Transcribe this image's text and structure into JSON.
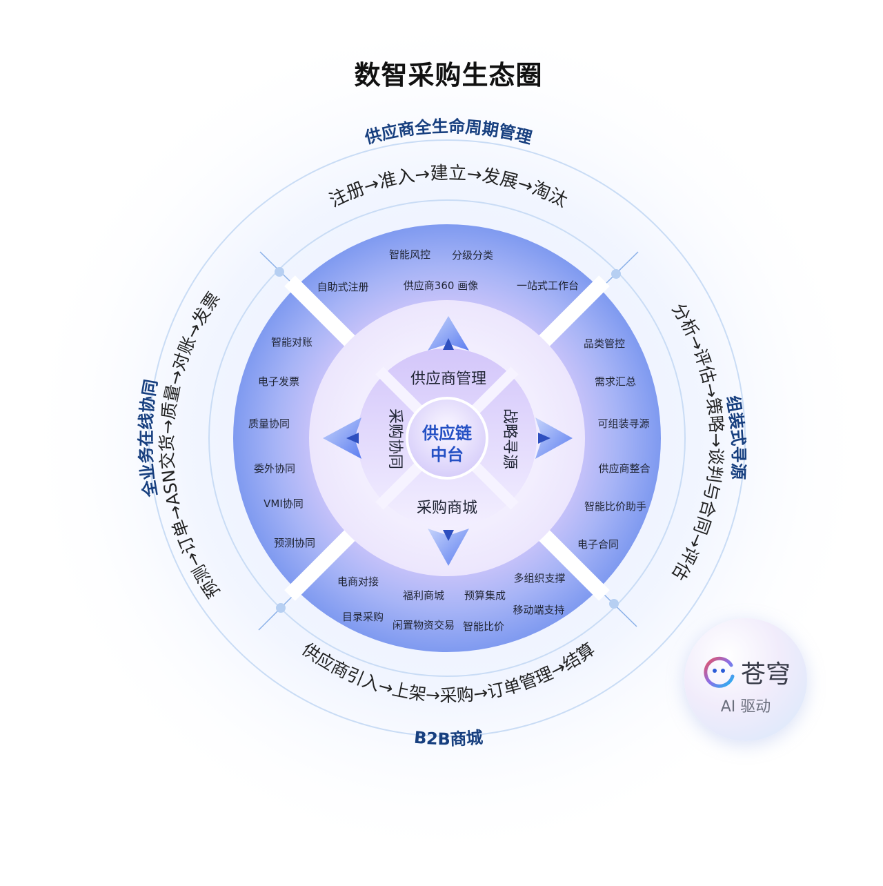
{
  "title": "数智采购生态圈",
  "outer_labels": {
    "top": "供应商全生命周期管理",
    "right": "组装式寻源",
    "bottom": "B2B商城",
    "left": "全业务在线协同"
  },
  "flows": {
    "top": "注册→准入→建立→发展→淘汰",
    "right": "分析→评估→策略→谈判与合同→评估",
    "bottom": "供应商引入→上架→采购→订单管理→结算",
    "left": "预测→订单→ASN交货→质量→对账→发票"
  },
  "features": {
    "top": [
      "智能风控",
      "分级分类",
      "自助式注册",
      "供应商360 画像",
      "一站式工作台"
    ],
    "right": [
      "品类管控",
      "需求汇总",
      "可组装寻源",
      "供应商整合",
      "智能比价助手",
      "电子合同"
    ],
    "bottom": [
      "电商对接",
      "福利商城",
      "预算集成",
      "多组织支撑",
      "目录采购",
      "闲置物资交易",
      "智能比价",
      "移动端支持"
    ],
    "left": [
      "智能对账",
      "电子发票",
      "质量协同",
      "委外协同",
      "VMI协同",
      "预测协同"
    ]
  },
  "inner": {
    "top": "供应商管理",
    "right": "战略寻源",
    "bottom": "采购商城",
    "left": "采购协同"
  },
  "center": {
    "line1": "供应链",
    "line2": "中台"
  },
  "brand": {
    "name": "苍穹",
    "sub": "AI 驱动"
  },
  "colors": {
    "label_blue": "#173f7f",
    "ring_line": "#c9dcf5",
    "disc_outer": "#7f9af0",
    "disc_inner": "#dccdfb"
  }
}
